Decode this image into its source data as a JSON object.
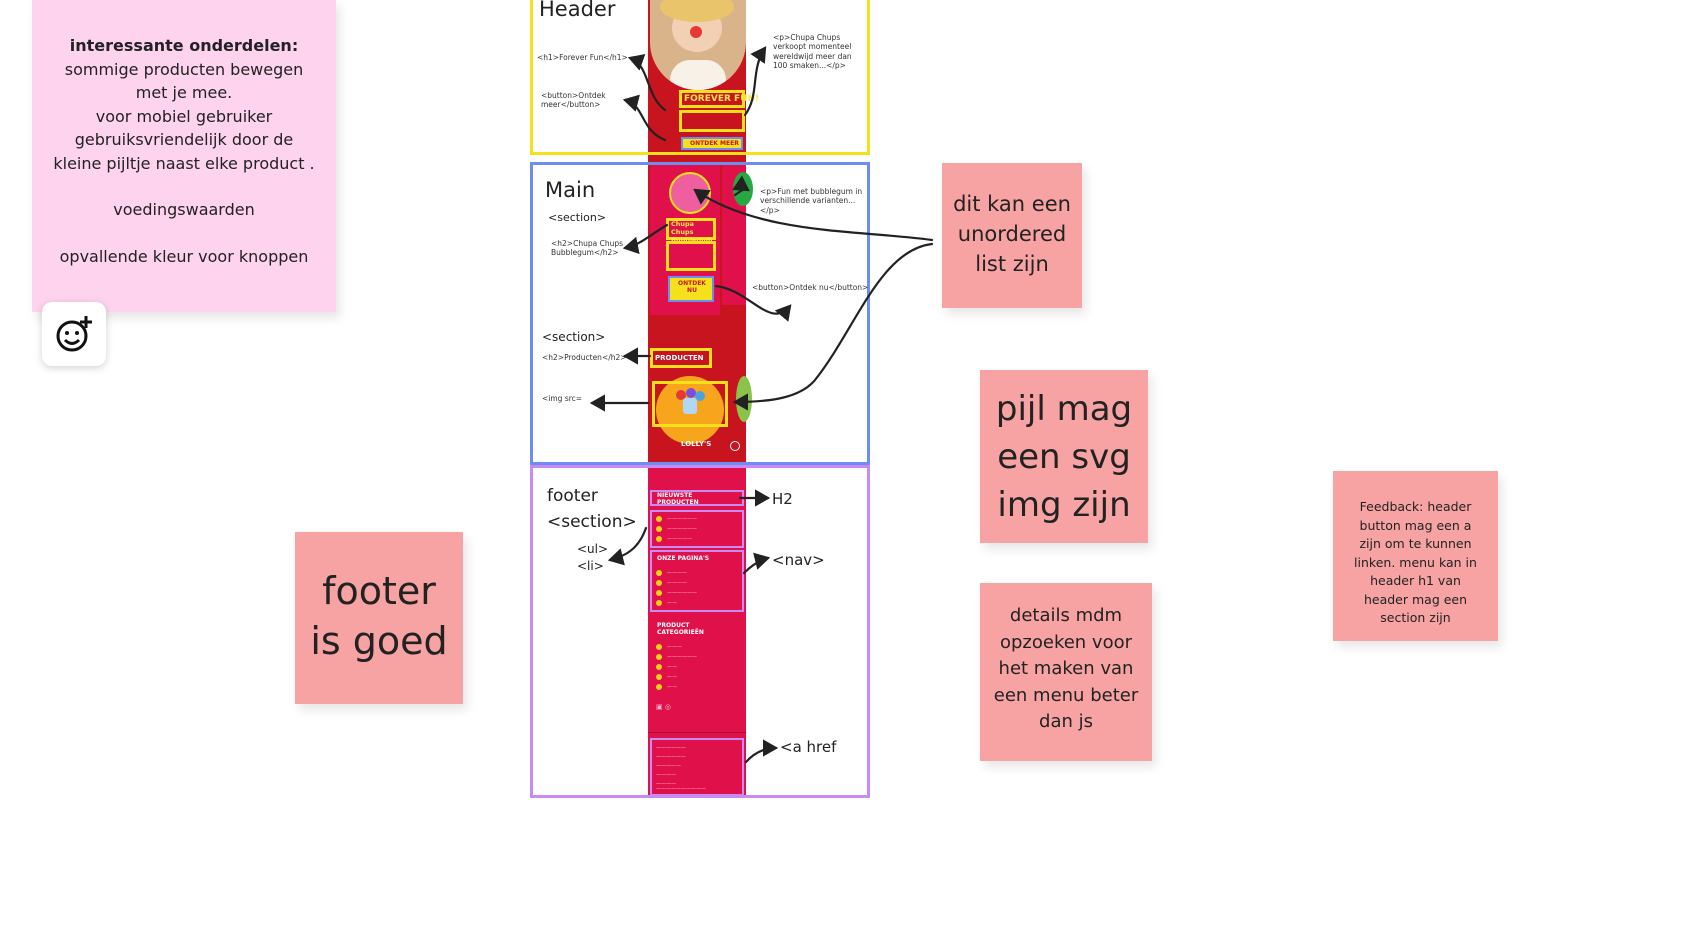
{
  "notes": {
    "interesting": {
      "title": "interessante onderdelen:",
      "lines": [
        "sommige producten bewegen",
        "met je mee.",
        "voor mobiel gebruiker",
        "gebruiksvriendelijk door de",
        "kleine pijltje naast elke product .",
        "",
        "voedingswaarden",
        "",
        "opvallende kleur voor knoppen"
      ]
    },
    "footer_good": "footer is goed",
    "unordered": "dit kan een unordered list zijn",
    "arrow_svg": "pijl mag een svg img zijn",
    "details": "details mdm opzoeken voor het maken van een menu beter dan js",
    "feedback": "Feedback: header button mag een a zijn om te kunnen linken. menu kan in header h1 van header mag een section zijn"
  },
  "labels": {
    "header": "Header",
    "main": "Main",
    "main_section": "<section>",
    "h2_chupa": "<h2>Chupa Chups Bubblegum</h2>",
    "section2": "<section>",
    "h2_producten": "<h2>Producten</h2>",
    "img_src": "<img src=",
    "h1_forever": "<h1>Forever Fun</h1>",
    "button_ontdek_meer": "<button>Ontdek meer</button>",
    "p_chupa": "<p>Chupa Chups verkoopt momenteel wereldwijd meer dan 100 smaken...</p>",
    "p_fun": "<p>Fun met bubblegum in verschillende varianten...</p>",
    "button_ontdek_nu": "<button>Ontdek nu</button>",
    "footer": "footer",
    "footer_section": "<section>",
    "ul": "<ul>",
    "li": "<li>",
    "h2": "H2",
    "nav": "<nav>",
    "a_href": "<a href"
  },
  "phone": {
    "forever_fun": "FOREVER FUN!",
    "ontdek_meer": "ONTDEK MEER",
    "chupa_title": "Chupa Chups Bubblegum",
    "ontdek_nu": "ONTDEK NU",
    "producten": "PRODUCTEN",
    "lollys": "LOLLY'S",
    "nieuwste": "NIEUWSTE PRODUCTEN",
    "onze_paginas": "ONZE PAGINA'S",
    "product_categorieen": "PRODUCT CATEGORIEËN"
  },
  "colors": {
    "header_frame": "#f4e11c",
    "main_frame": "#6b8ef0",
    "footer_frame": "#c88af5",
    "phone_red": "#c8141f",
    "phone_pink": "#e0104a"
  }
}
